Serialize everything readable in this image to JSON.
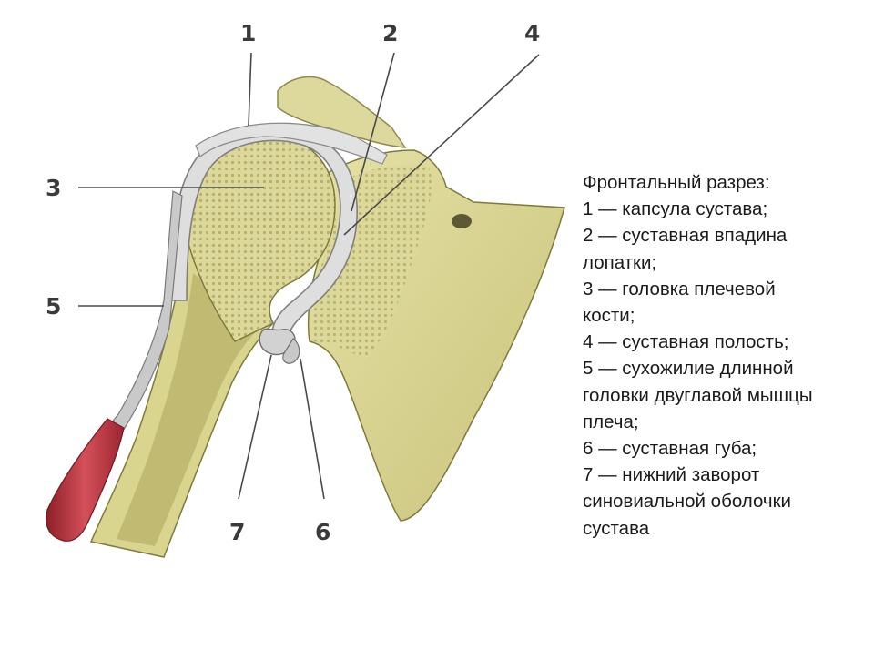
{
  "labels": {
    "n1": "1",
    "n2": "2",
    "n3": "3",
    "n4": "4",
    "n5": "5",
    "n6": "6",
    "n7": "7"
  },
  "caption": {
    "lines": [
      "Фронтальный разрез:",
      "1 — капсула сустава;",
      "2 — суставная впадина",
      "лопатки;",
      "3 — головка плечевой",
      "кости;",
      "4 — суставная полость;",
      "5 — сухожилие длинной",
      "головки двуглавой мышцы",
      "плеча;",
      "6 — суставная губа;",
      "7 — нижний заворот",
      "синовиальной оболочки",
      "сустава"
    ]
  },
  "colors": {
    "bone": "#d9d58f",
    "bone_dark": "#a9a35c",
    "spongy": "#c8c27a",
    "capsule": "#dcdcdc",
    "capsule_edge": "#7d7d7d",
    "tendon": "#c4c4c4",
    "muscle": "#c0343c",
    "leader": "#4a4a4a"
  }
}
